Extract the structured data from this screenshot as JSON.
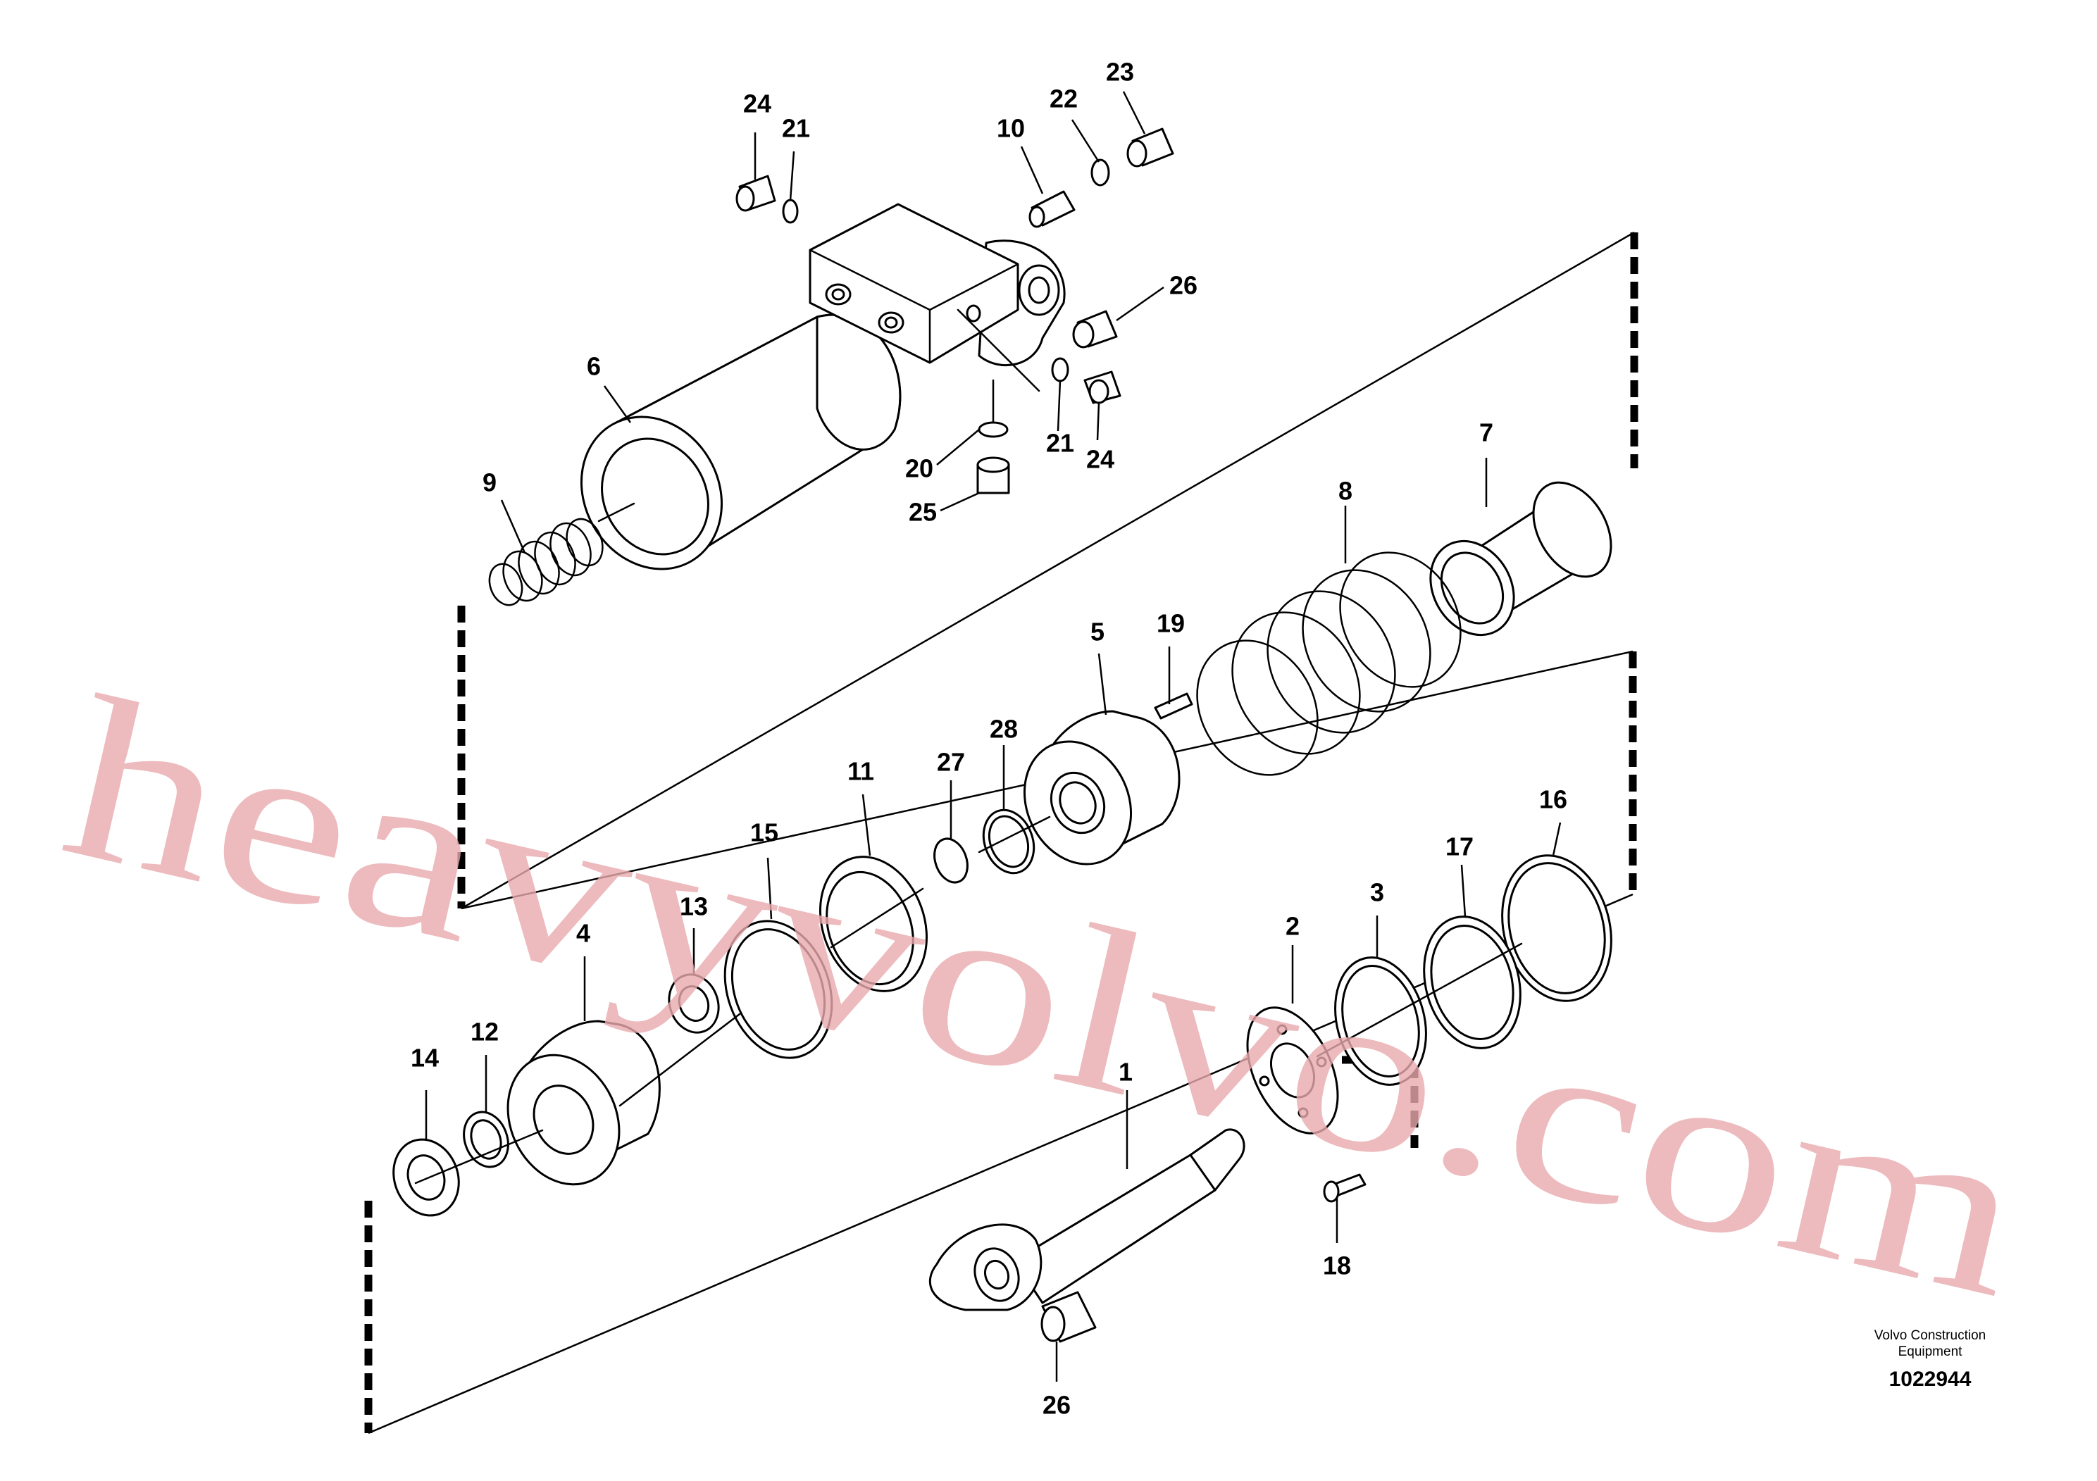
{
  "watermark": "heavyvolvo.com",
  "publisher_line1": "Volvo Construction",
  "publisher_line2": "Equipment",
  "drawing_number": "1022944",
  "part_labels": {
    "p1": "1",
    "p2": "2",
    "p3": "3",
    "p4": "4",
    "p5": "5",
    "p6": "6",
    "p7": "7",
    "p8": "8",
    "p9": "9",
    "p10": "10",
    "p11": "11",
    "p12": "12",
    "p13": "13",
    "p14": "14",
    "p15": "15",
    "p16": "16",
    "p17": "17",
    "p18": "18",
    "p19": "19",
    "p20": "20",
    "p21a": "21",
    "p21b": "21",
    "p22": "22",
    "p23": "23",
    "p24a": "24",
    "p24b": "24",
    "p25": "25",
    "p26a": "26",
    "p26b": "26",
    "p27": "27",
    "p28": "28"
  }
}
